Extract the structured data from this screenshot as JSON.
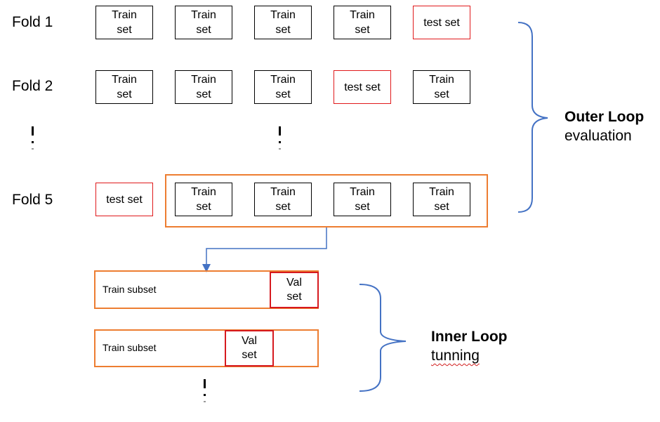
{
  "folds": [
    {
      "label": "Fold 1",
      "cells": [
        {
          "line1": "Train",
          "line2": "set",
          "kind": "train"
        },
        {
          "line1": "Train",
          "line2": "set",
          "kind": "train"
        },
        {
          "line1": "Train",
          "line2": "set",
          "kind": "train"
        },
        {
          "line1": "Train",
          "line2": "set",
          "kind": "train"
        },
        {
          "line1": "test set",
          "line2": "",
          "kind": "test"
        }
      ]
    },
    {
      "label": "Fold 2",
      "cells": [
        {
          "line1": "Train",
          "line2": "set",
          "kind": "train"
        },
        {
          "line1": "Train",
          "line2": "set",
          "kind": "train"
        },
        {
          "line1": "Train",
          "line2": "set",
          "kind": "train"
        },
        {
          "line1": "test set",
          "line2": "",
          "kind": "test"
        },
        {
          "line1": "Train",
          "line2": "set",
          "kind": "train"
        }
      ]
    },
    {
      "label": "Fold 5",
      "cells": [
        {
          "line1": "test set",
          "line2": "",
          "kind": "test"
        },
        {
          "line1": "Train",
          "line2": "set",
          "kind": "train"
        },
        {
          "line1": "Train",
          "line2": "set",
          "kind": "train"
        },
        {
          "line1": "Train",
          "line2": "set",
          "kind": "train"
        },
        {
          "line1": "Train",
          "line2": "set",
          "kind": "train"
        }
      ]
    }
  ],
  "outer_loop": {
    "title": "Outer Loop",
    "subtitle": "evaluation"
  },
  "inner_rows": [
    {
      "subset_label": "Train subset",
      "val_line1": "Val",
      "val_line2": "set"
    },
    {
      "subset_label": "Train subset",
      "val_line1": "Val",
      "val_line2": "set"
    }
  ],
  "inner_loop": {
    "title": "Inner Loop",
    "subtitle": "tunning"
  },
  "colors": {
    "train_border": "#000000",
    "test_border": "#e0191b",
    "highlight": "#ed7d31",
    "val_border": "#d61a1f",
    "brace": "#4472c4",
    "arrow": "#4472c4"
  }
}
